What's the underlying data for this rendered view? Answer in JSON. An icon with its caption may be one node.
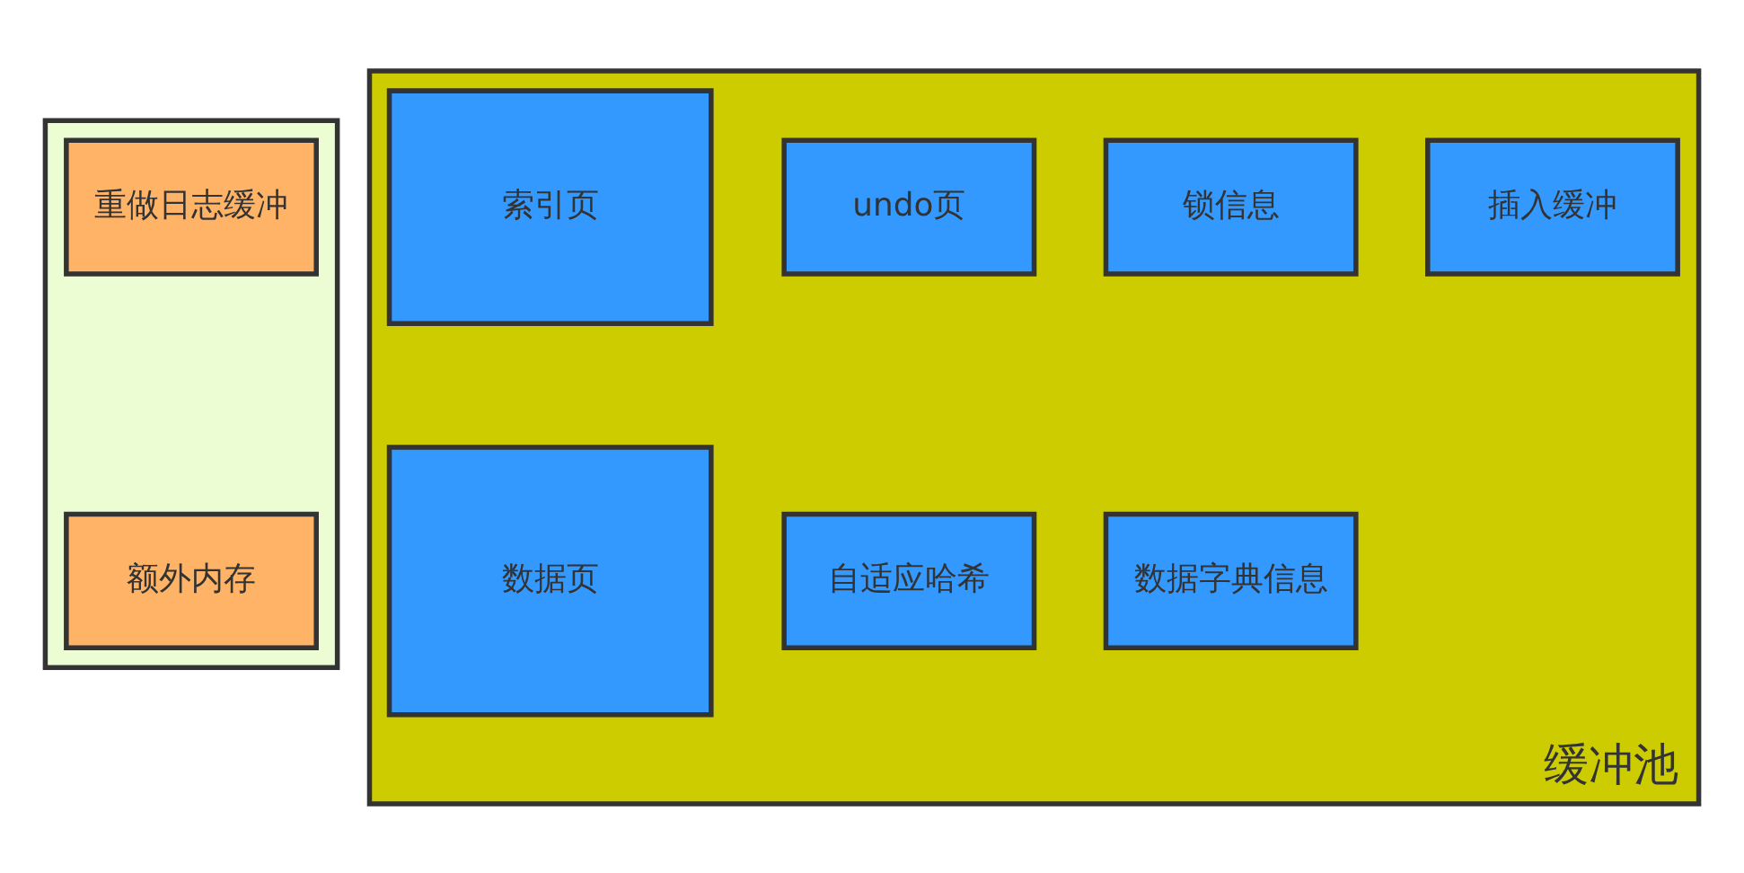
{
  "diagram": {
    "nodes": [
      {
        "text": [],
        "shape": "box"
      },
      {
        "text": [
          "重做日志缓冲"
        ],
        "in": 0
      },
      {
        "text": [
          "额外内存"
        ],
        "in": 0
      },
      {
        "text": [
          "缓冲池"
        ]
      },
      {
        "text": [
          "索引页"
        ],
        "in": 3
      },
      {
        "text": [
          "undo页"
        ],
        "in": 3
      },
      {
        "text": [
          "锁信息"
        ],
        "in": 3
      },
      {
        "text": [
          "插入缓冲"
        ],
        "in": 3
      },
      {
        "text": [
          "数据页"
        ],
        "in": 3
      },
      {
        "text": [
          "自适应哈希"
        ],
        "in": 3
      },
      {
        "text": [
          "数据字典信息"
        ],
        "in": 3
      }
    ]
  }
}
